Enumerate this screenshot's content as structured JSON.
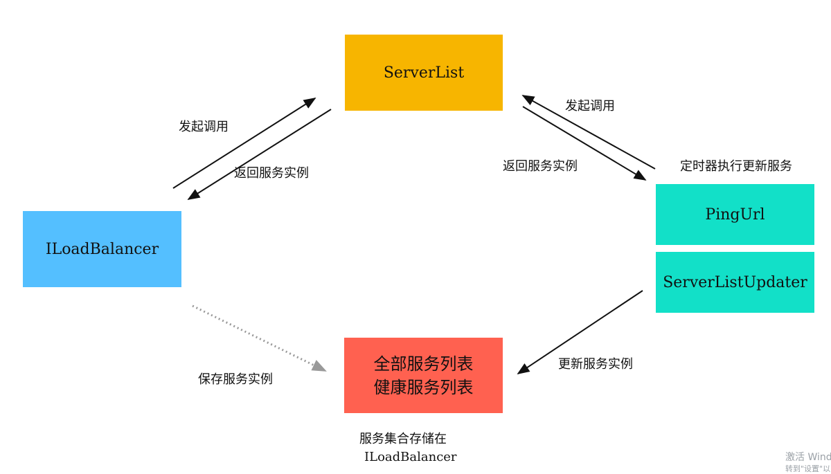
{
  "nodes": {
    "server_list": "ServerList",
    "iload_balancer": "ILoadBalancer",
    "ping_url": "PingUrl",
    "server_list_updater": "ServerListUpdater",
    "service_lists": {
      "line1": "全部服务列表",
      "line2": "健康服务列表"
    }
  },
  "labels": {
    "left_invoke": "发起调用",
    "left_return": "返回服务实例",
    "right_invoke": "发起调用",
    "right_return": "返回服务实例",
    "timer": "定时器执行更新服务",
    "update": "更新服务实例",
    "save": "保存服务实例",
    "storage_line1": "服务集合存储在",
    "storage_line2": "ILoadBalancer"
  },
  "colors": {
    "server_list": "#F7B500",
    "iload_balancer": "#54BFFF",
    "ping_url": "#12E0C8",
    "server_list_updater": "#12E0C8",
    "service_lists": "#FF6150",
    "arrow": "#111111",
    "dashed_arrow": "#999999"
  },
  "watermark": {
    "line1": "激活 Wind",
    "line2": "转到\"设置\"以"
  }
}
